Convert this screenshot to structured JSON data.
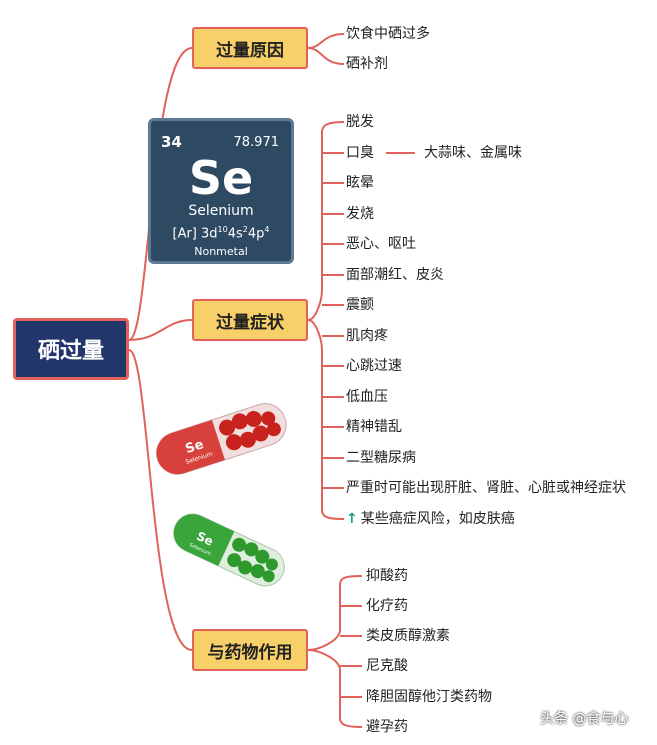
{
  "root": {
    "title": "硒过量"
  },
  "colors": {
    "line": "#e0625a",
    "root_bg": "#23366b",
    "branch_bg": "#f8d06a",
    "tile_bg": "#2e4a63",
    "arrow": "#1a9a8a"
  },
  "branches": [
    {
      "label": "过量原因",
      "leaves": [
        "饮食中硒过多",
        "硒补剂"
      ]
    },
    {
      "label": "过量症状",
      "leaves": [
        "脱发",
        "口臭",
        "眩晕",
        "发烧",
        "恶心、呕吐",
        "面部潮红、皮炎",
        "震颤",
        "肌肉疼",
        "心跳过速",
        "低血压",
        "精神错乱",
        "二型糖尿病",
        "严重时可能出现肝脏、肾脏、心脏或神经症状",
        "某些癌症风险，如皮肤癌"
      ],
      "sub_note": "大蒜味、金属味",
      "up_arrow_icon": "arrow-up-icon"
    },
    {
      "label": "与药物作用",
      "leaves": [
        "抑酸药",
        "化疗药",
        "类皮质醇激素",
        "尼克酸",
        "降胆固醇他汀类药物",
        "避孕药"
      ]
    }
  ],
  "element_tile": {
    "number": "34",
    "mass": "78.971",
    "symbol": "Se",
    "name": "Selenium",
    "config_prefix": "[Ar] 3d",
    "config_sup1": "10",
    "config_mid": "4s",
    "config_sup2": "2",
    "config_end": "4p",
    "config_sup3": "4",
    "category": "Nonmetal"
  },
  "capsules": [
    {
      "label": "Se",
      "sub": "Selenium",
      "color": "#d8403c"
    },
    {
      "label": "Se",
      "sub": "Selenium",
      "color": "#3aa53a"
    }
  ],
  "watermark": "头条 @食与心"
}
